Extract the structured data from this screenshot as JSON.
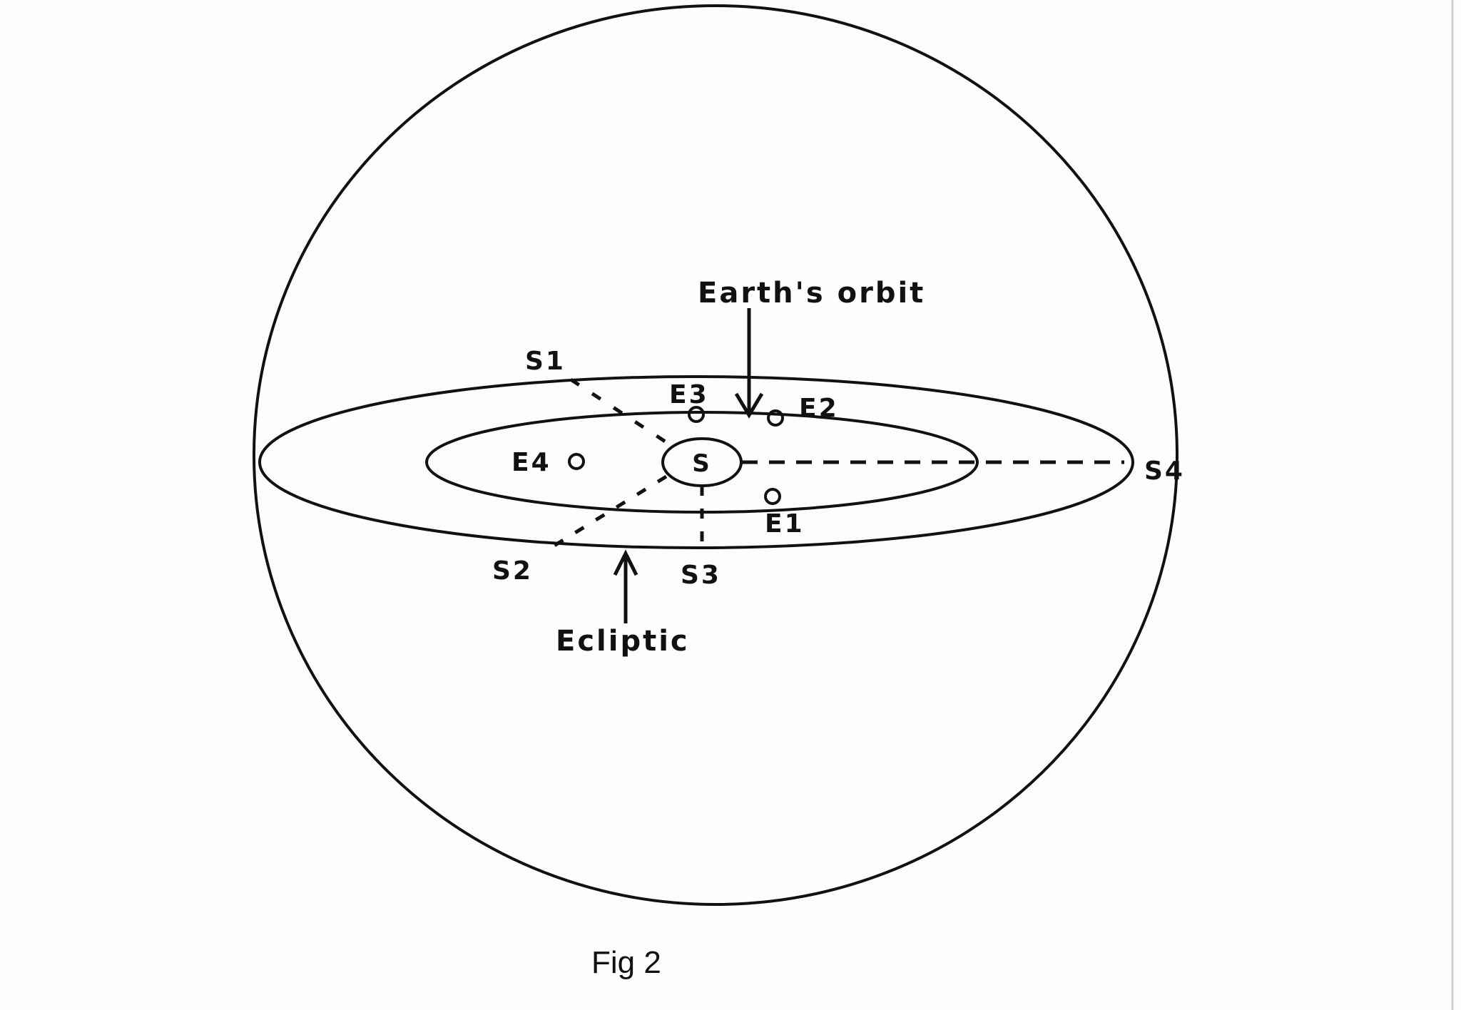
{
  "diagram": {
    "labels": {
      "earths_orbit": "Earth's orbit",
      "ecliptic": "Ecliptic",
      "sun": "S",
      "s1": "S1",
      "s2": "S2",
      "s3": "S3",
      "s4": "S4",
      "e1": "E1",
      "e2": "E2",
      "e3": "E3",
      "e4": "E4"
    },
    "caption": "Fig 2"
  },
  "colors": {
    "ink": "#111111",
    "paper": "#fdfdfd"
  }
}
